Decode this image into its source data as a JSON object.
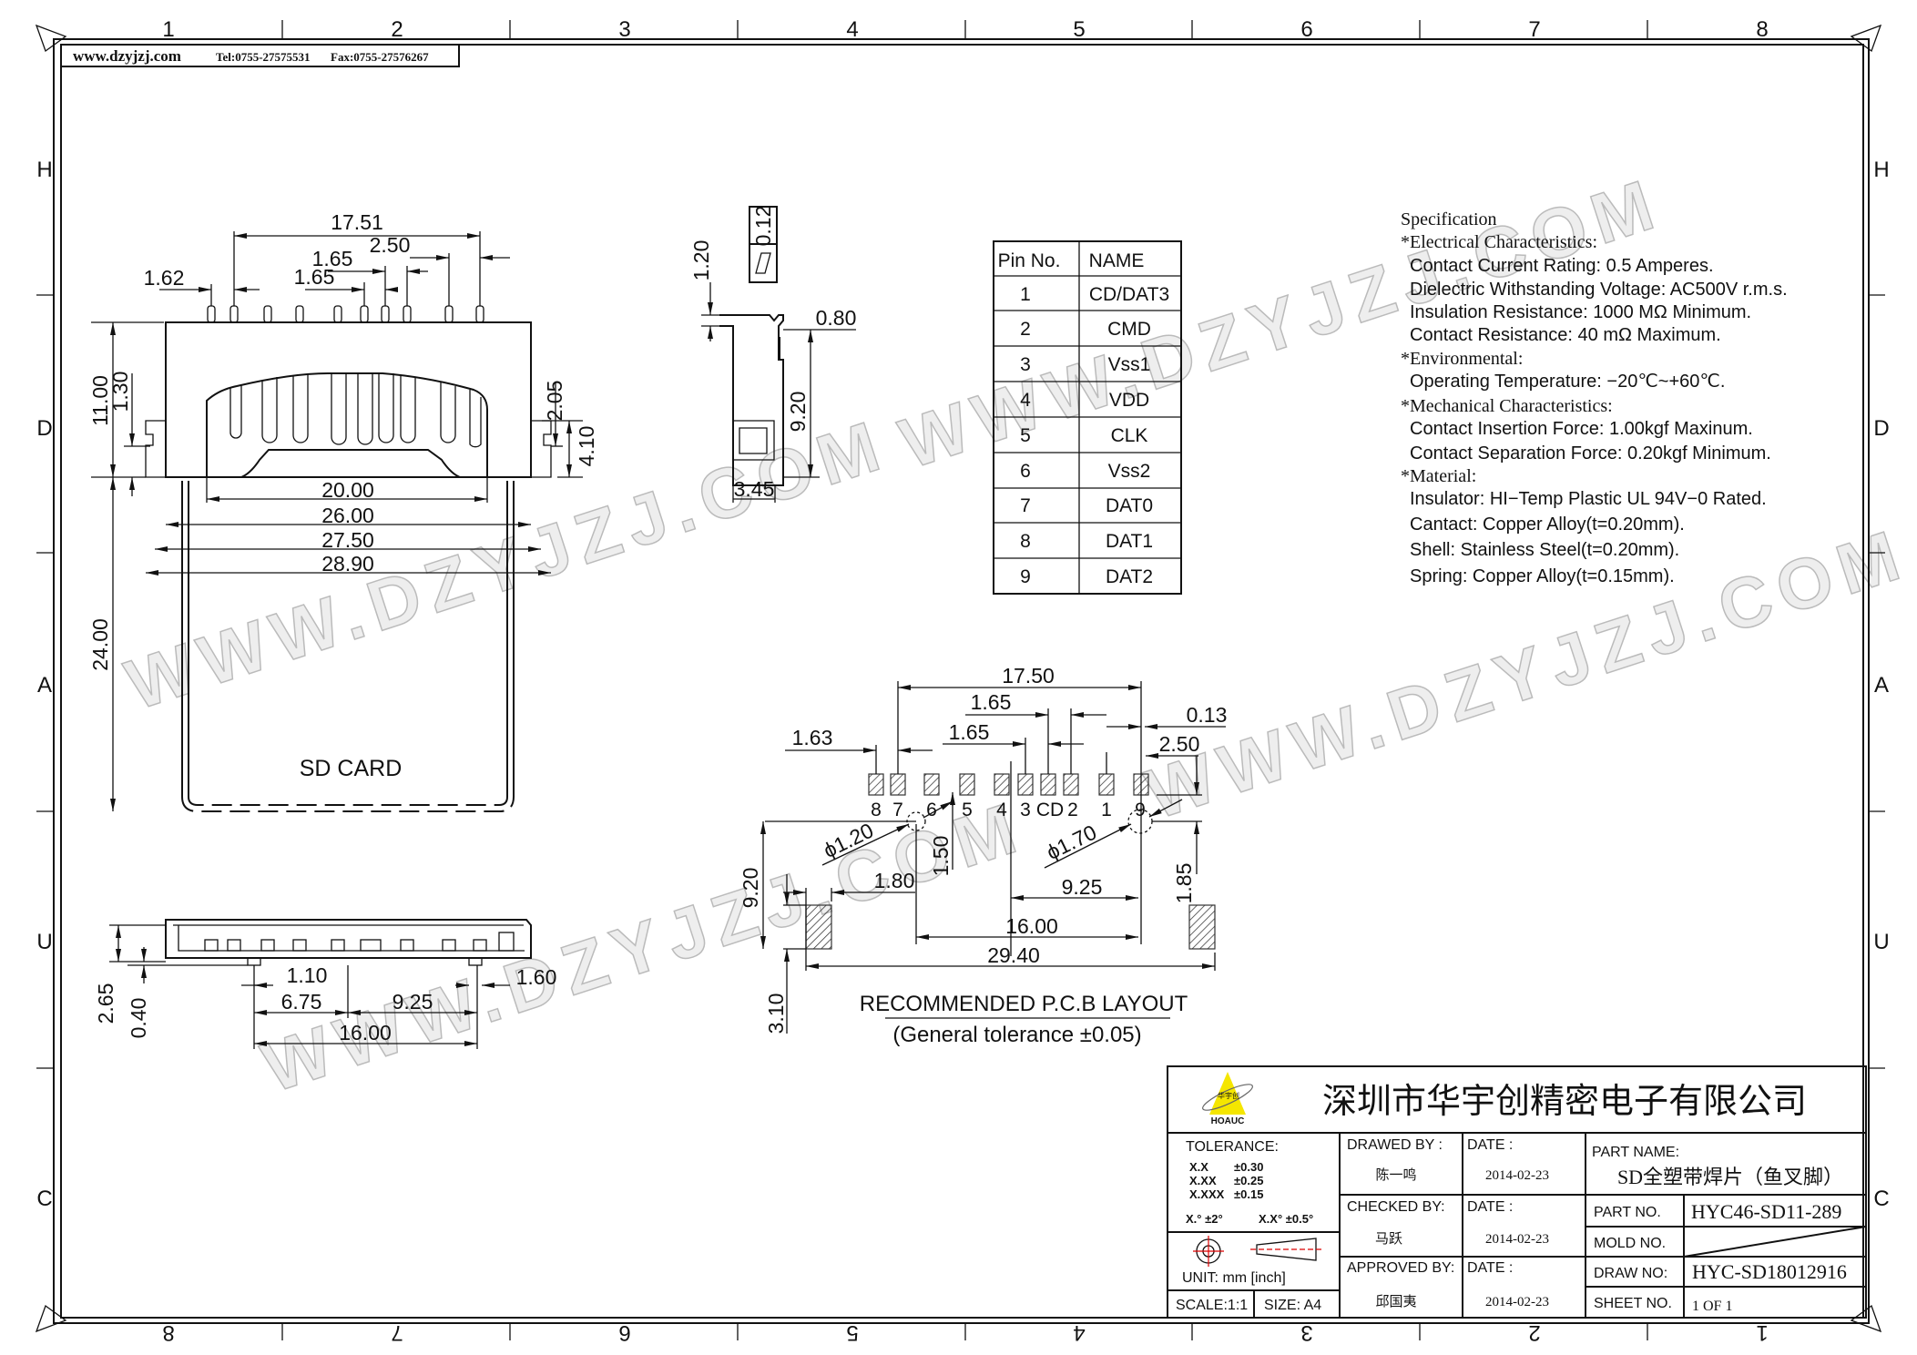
{
  "header": {
    "website": "www.dzyjzj.com",
    "tel": "Tel:0755-27575531",
    "fax": "Fax:0755-27576267"
  },
  "grid": {
    "cols_top": [
      "1",
      "2",
      "3",
      "4",
      "5",
      "6",
      "7",
      "8"
    ],
    "cols_bottom": [
      "8",
      "7",
      "6",
      "5",
      "4",
      "3",
      "2",
      "1"
    ],
    "rows": [
      "H",
      "D",
      "A",
      "U",
      "C"
    ]
  },
  "watermark": "WWW.DZYJZJ.COM",
  "top_view": {
    "d_17_51": "17.51",
    "d_2_50": "2.50",
    "d_1_65a": "1.65",
    "d_1_65b": "1.65",
    "d_1_62": "1.62",
    "d_11_00": "11.00",
    "d_1_30": "1.30",
    "d_24_00": "24.00",
    "d_2_05": "2.05",
    "d_4_10": "4.10",
    "d_20_00": "20.00",
    "d_26_00": "26.00",
    "d_27_50": "27.50",
    "d_28_90": "28.90",
    "card_label": "SD CARD"
  },
  "side_view": {
    "d_0_12": "0.12",
    "d_1_20": "1.20",
    "d_0_80": "0.80",
    "d_9_20": "9.20",
    "d_3_45": "3.45"
  },
  "pin_table": {
    "headers": [
      "Pin No.",
      "NAME"
    ],
    "rows": [
      [
        "1",
        "CD/DAT3"
      ],
      [
        "2",
        "CMD"
      ],
      [
        "3",
        "Vss1"
      ],
      [
        "4",
        "VDD"
      ],
      [
        "5",
        "CLK"
      ],
      [
        "6",
        "Vss2"
      ],
      [
        "7",
        "DAT0"
      ],
      [
        "8",
        "DAT1"
      ],
      [
        "9",
        "DAT2"
      ]
    ]
  },
  "spec": {
    "lines": [
      "Specification",
      "*Electrical  Characteristics:",
      "Contact Current Rating: 0.5 Amperes.",
      "Dielectric Withstanding Voltage: AC500V r.m.s.",
      "Insulation Resistance: 1000 MΩ Minimum.",
      "Contact Resistance: 40 mΩ Maximum.",
      "*Environmental:",
      "Operating Temperature: −20℃~+60℃.",
      "*Mechanical  Characteristics:",
      "Contact Insertion Force: 1.00kgf Maxinum.",
      "Contact Separation Force: 0.20kgf Minimum.",
      "*Material:",
      "Insulator: HI−Temp Plastic UL 94V−0 Rated.",
      "Cantact: Copper Alloy(t=0.20mm).",
      "Shell: Stainless Steel(t=0.20mm).",
      "Spring: Copper Alloy(t=0.15mm)."
    ]
  },
  "bottom_view": {
    "d_1_10": "1.10",
    "d_1_60": "1.60",
    "d_6_75": "6.75",
    "d_9_25": "9.25",
    "d_16_00": "16.00",
    "d_2_65": "2.65",
    "d_0_40": "0.40"
  },
  "pcb_layout": {
    "pad_labels": [
      "8",
      "7",
      "6",
      "5",
      "4",
      "3",
      "CD",
      "2",
      "1",
      "9"
    ],
    "d_17_50": "17.50",
    "d_1_65a": "1.65",
    "d_1_65b": "1.65",
    "d_1_63": "1.63",
    "d_0_13": "0.13",
    "d_2_50": "2.50",
    "d_phi_1_20": "ϕ1.20",
    "d_phi_1_70": "ϕ1.70",
    "d_1_50": "1.50",
    "d_1_80": "1.80",
    "d_9_25": "9.25",
    "d_16_00": "16.00",
    "d_29_40": "29.40",
    "d_1_85": "1.85",
    "d_9_20": "9.20",
    "d_3_10": "3.10",
    "title": "RECOMMENDED  P.C.B  LAYOUT",
    "subtitle": "(General  tolerance  ±0.05)"
  },
  "title_block": {
    "logo_text": "HOAUC",
    "logo_cn": "华宇创",
    "company": "深圳市华宇创精密电子有限公司",
    "tolerance_label": "TOLERANCE:",
    "tolerances": [
      [
        "X.X",
        "±0.30"
      ],
      [
        "X.XX",
        "±0.25"
      ],
      [
        "X.XXX",
        "±0.15"
      ]
    ],
    "angular": [
      "X.° ±2°",
      "X.X° ±0.5°"
    ],
    "unit": "UNIT:  mm  [inch]",
    "scale": "SCALE:1:1",
    "size": "SIZE:  A4",
    "drawed_by_label": "DRAWED  BY :",
    "drawed_by": "陈一鸣",
    "checked_by_label": "CHECKED  BY:",
    "checked_by": "马跃",
    "approved_by_label": "APPROVED  BY:",
    "approved_by": "邱国夷",
    "date_label": "DATE  :",
    "date_drawed": "2014-02-23",
    "date_checked": "2014-02-23",
    "date_approved": "2014-02-23",
    "part_name_label": "PART  NAME:",
    "part_name": "SD全塑带焊片（鱼叉脚）",
    "part_no_label": "PART  NO.",
    "part_no": "HYC46-SD11-289",
    "mold_no_label": "MOLD  NO.",
    "draw_no_label": "DRAW  NO:",
    "draw_no": "HYC-SD18012916",
    "sheet_no_label": "SHEET  NO.",
    "sheet_no": "1  OF  1"
  }
}
